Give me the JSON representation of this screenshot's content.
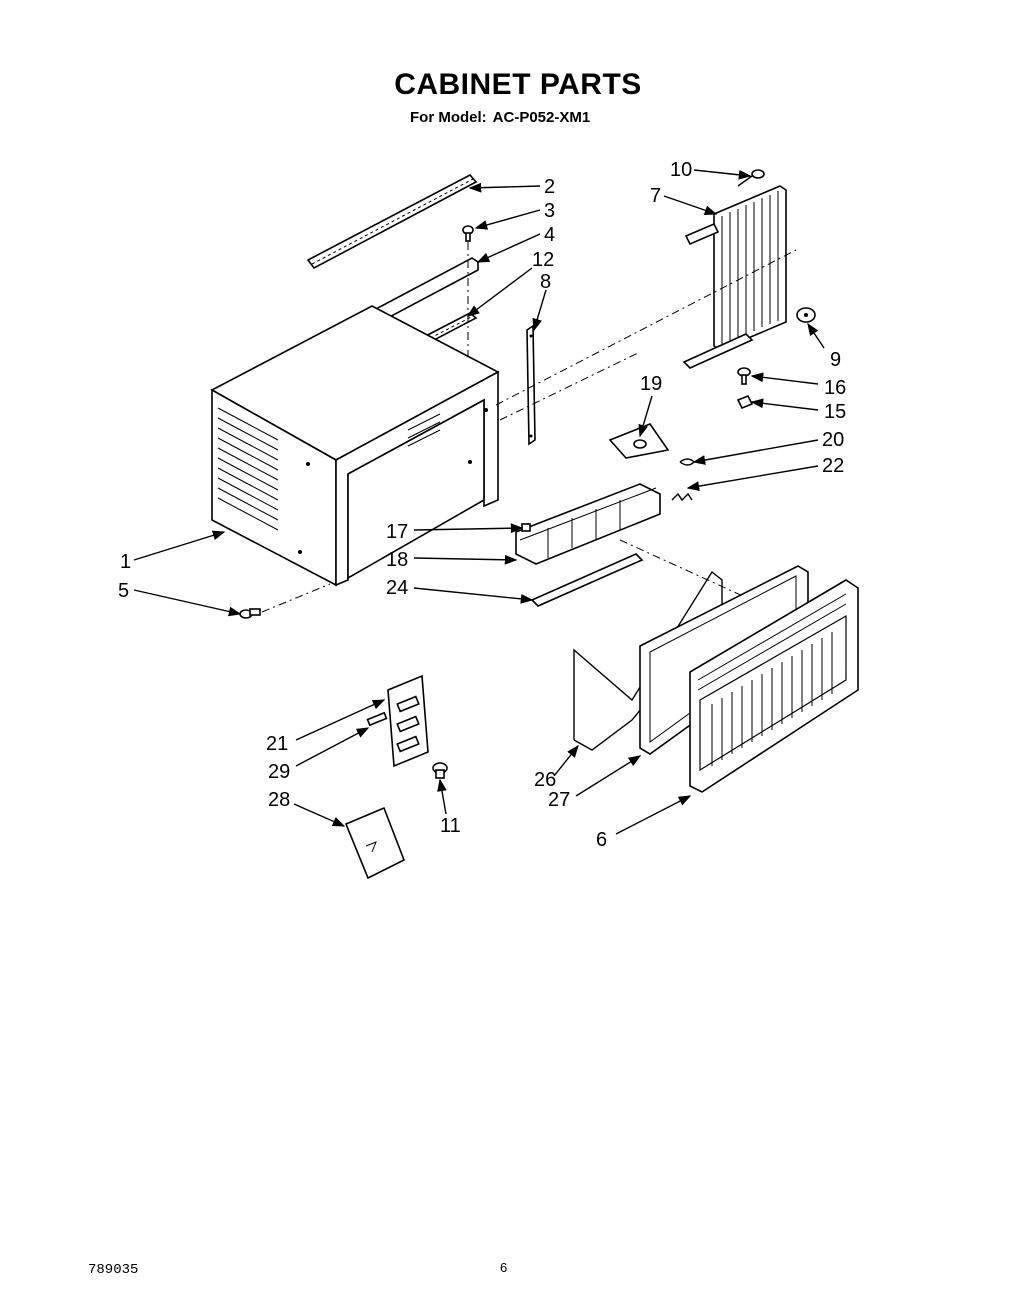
{
  "header": {
    "title": "CABINET PARTS",
    "model_prefix": "For Model:",
    "model_number": "AC-P052-XM1"
  },
  "callouts": [
    "1",
    "2",
    "3",
    "4",
    "5",
    "6",
    "7",
    "8",
    "9",
    "10",
    "11",
    "12",
    "15",
    "16",
    "17",
    "18",
    "19",
    "20",
    "21",
    "22",
    "24",
    "26",
    "27",
    "28",
    "29"
  ],
  "footer": {
    "doc_number": "789035",
    "page_mark": "6"
  }
}
